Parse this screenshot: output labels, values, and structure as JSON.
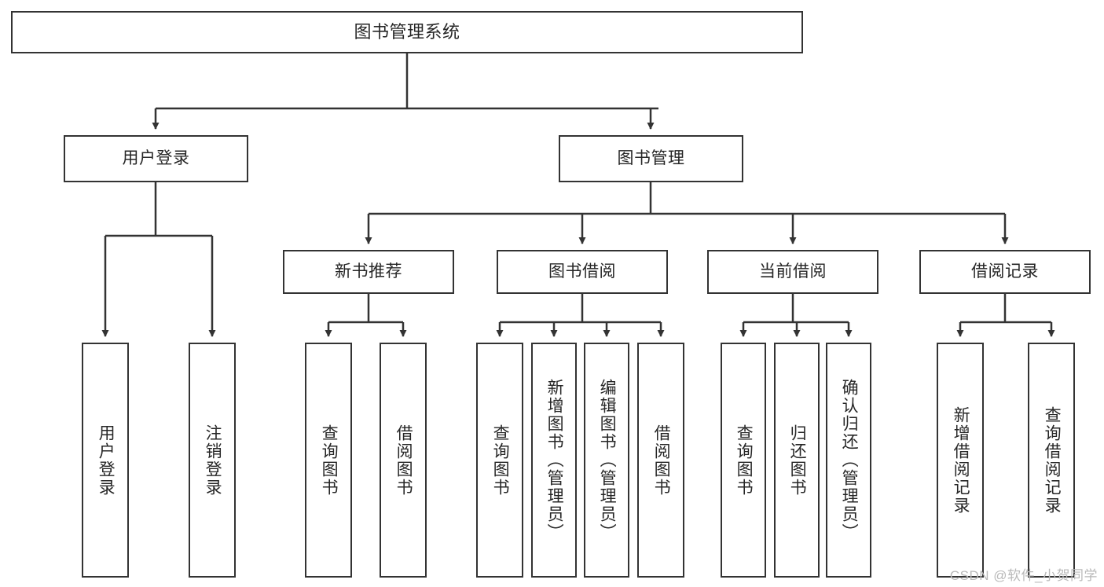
{
  "diagram": {
    "type": "tree-hierarchy",
    "title": "图书管理系统",
    "watermark": "CSDN @软件_小贺同学",
    "colors": {
      "stroke": "#333333",
      "text": "#262626",
      "background": "#ffffff",
      "watermark": "#b9b9b9"
    },
    "nodes": {
      "root": {
        "label": "图书管理系统"
      },
      "level2": [
        {
          "label": "用户登录"
        },
        {
          "label": "图书管理"
        }
      ],
      "level3": [
        {
          "label": "新书推荐"
        },
        {
          "label": "图书借阅"
        },
        {
          "label": "当前借阅"
        },
        {
          "label": "借阅记录"
        }
      ],
      "leaves": {
        "user_login": [
          {
            "label": "用户登录"
          },
          {
            "label": "注销登录"
          }
        ],
        "new_book": [
          {
            "label": "查询图书"
          },
          {
            "label": "借阅图书"
          }
        ],
        "borrow_book": [
          {
            "label": "查询图书"
          },
          {
            "label": "新增图书（管理员）"
          },
          {
            "label": "编辑图书（管理员）"
          },
          {
            "label": "借阅图书"
          }
        ],
        "current_borrow": [
          {
            "label": "查询图书"
          },
          {
            "label": "归还图书"
          },
          {
            "label": "确认归还（管理员）"
          }
        ],
        "borrow_record": [
          {
            "label": "新增借阅记录"
          },
          {
            "label": "查询借阅记录"
          }
        ]
      }
    }
  }
}
